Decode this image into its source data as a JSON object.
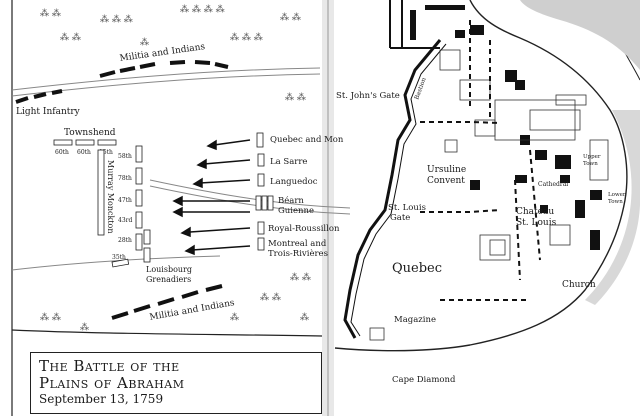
{
  "title": {
    "line1": "The Battle of the",
    "line2": "Plains of Abraham",
    "date": "September 13, 1759"
  },
  "british": {
    "light_infantry": "Light Infantry",
    "townshend": "Townshend",
    "murray_monckton": "Murray Monckton",
    "louisbourg_line1": "Louisbourg",
    "louisbourg_line2": "Grenadiers",
    "regiments_top": [
      "60th",
      "60th",
      "15th"
    ],
    "regiments_col": [
      "58th",
      "78th",
      "47th",
      "43rd",
      "28th"
    ],
    "regiment_35": "35th"
  },
  "french": {
    "militia_top": "Militia and Indians",
    "militia_bottom": "Militia and Indians",
    "units": [
      "Quebec and Mon",
      "La Sarre",
      "Languedoc",
      "Béarn",
      "Guienne",
      "Royal-Roussillon",
      "Montreal and",
      "Trois-Rivières"
    ]
  },
  "city": {
    "quebec": "Quebec",
    "st_johns_gate": "St. John's Gate",
    "st_louis_gate_1": "St. Louis",
    "st_louis_gate_2": "Gate",
    "ursuline_1": "Ursuline",
    "ursuline_2": "Convent",
    "chateau_1": "Chateau",
    "chateau_2": "St. Louis",
    "cathedral": "Cathedral",
    "upper_town_1": "Upper",
    "upper_town_2": "Town",
    "lower_town_1": "Lower",
    "lower_town_2": "Town",
    "church": "Church",
    "magazine": "Magazine",
    "cape_diamond": "Cape Diamond",
    "bastion": "Bastion"
  }
}
